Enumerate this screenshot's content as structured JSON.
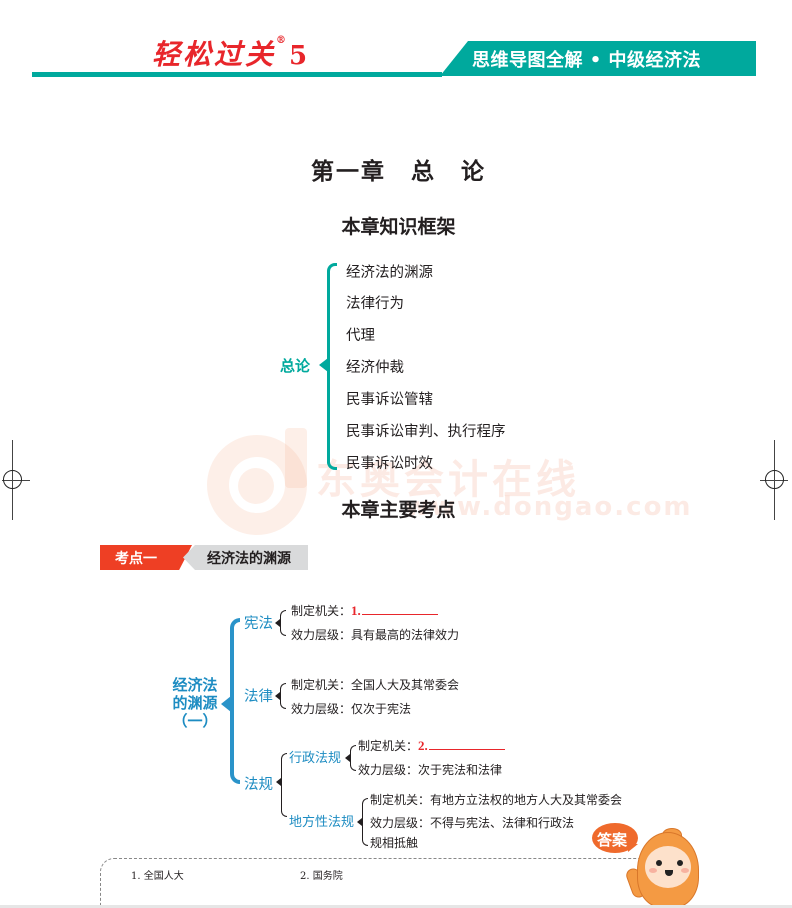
{
  "header": {
    "brand": "轻松过关",
    "brand_mark": "®",
    "brand_number": "5",
    "title": "思维导图全解 • 中级经济法",
    "accent_color": "#00a99d",
    "brand_color": "#e8262b"
  },
  "chapter": {
    "title": "第一章　总　论",
    "framework_heading": "本章知识框架",
    "framework": {
      "root": "总论",
      "items": [
        "经济法的渊源",
        "法律行为",
        "代理",
        "经济仲裁",
        "民事诉讼管辖",
        "民事诉讼审判、执行程序",
        "民事诉讼时效"
      ]
    },
    "key_points_heading": "本章主要考点"
  },
  "watermark": {
    "text": "东奥会计在线",
    "url": "www.dongao.com"
  },
  "kaodian": {
    "label": "考点一",
    "title": "经济法的渊源",
    "label_color": "#ee3f24"
  },
  "mindmap": {
    "root_lines": [
      "经济法",
      "的渊源",
      "（一）"
    ],
    "branches": [
      {
        "name": "宪法",
        "leaves": [
          {
            "label": "制定机关：",
            "blank": "1."
          },
          {
            "label": "效力层级：具有最高的法律效力"
          }
        ]
      },
      {
        "name": "法律",
        "leaves": [
          {
            "label": "制定机关：全国人大及其常委会"
          },
          {
            "label": "效力层级：仅次于宪法"
          }
        ]
      },
      {
        "name": "法规",
        "children": [
          {
            "name": "行政法规",
            "leaves": [
              {
                "label": "制定机关：",
                "blank": "2."
              },
              {
                "label": "效力层级：次于宪法和法律"
              }
            ]
          },
          {
            "name": "地方性法规",
            "leaves": [
              {
                "label": "制定机关：有地方立法权的地方人大及其常委会"
              },
              {
                "label": "效力层级：不得与宪法、法律和行政法"
              },
              {
                "label": "规相抵触"
              }
            ]
          }
        ]
      }
    ]
  },
  "answers": {
    "bubble_label": "答案",
    "items": [
      "1. 全国人大",
      "2. 国务院"
    ]
  }
}
